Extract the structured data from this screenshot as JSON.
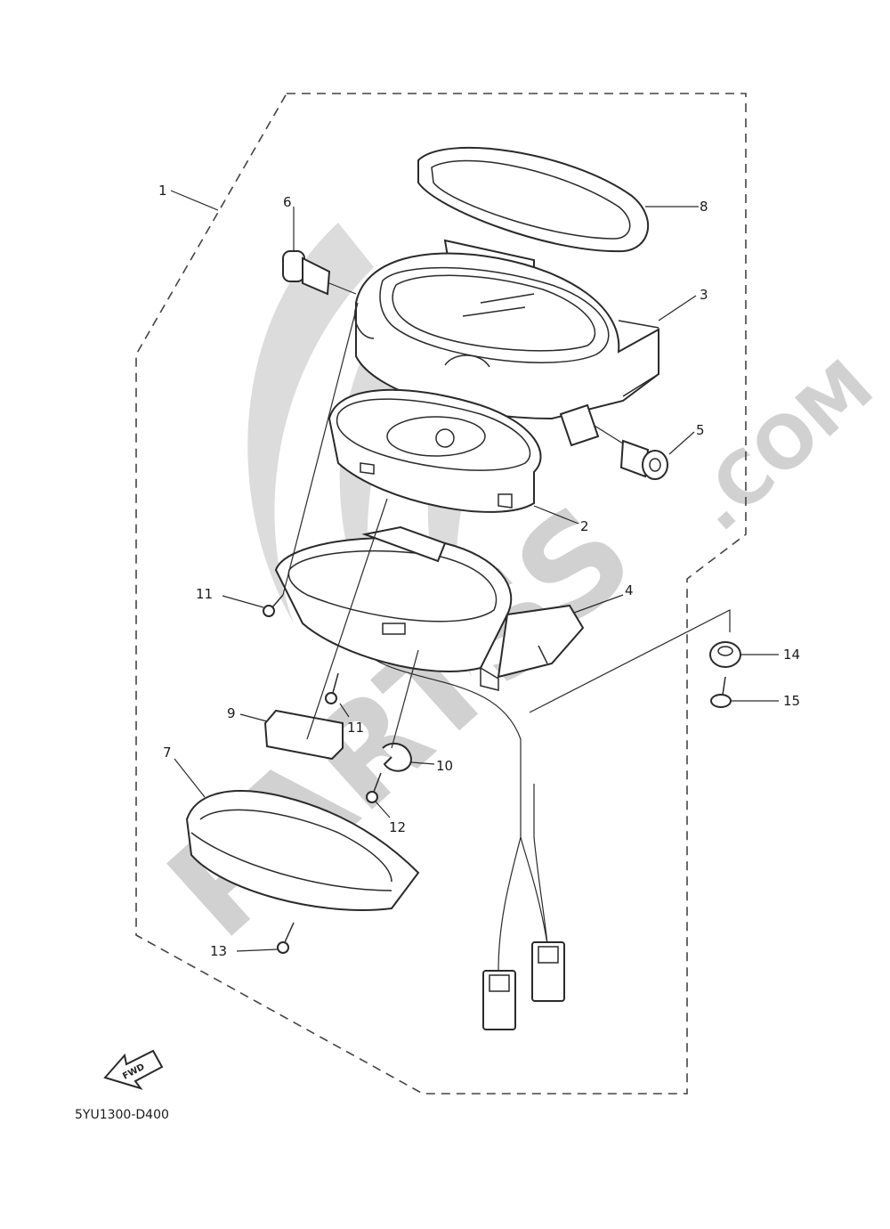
{
  "watermark": {
    "brand": "PARTSS",
    "suffix": ".COM",
    "color": "#c9c9c9"
  },
  "diagram_code": "5YU1300-D400",
  "fwd_label": "FWD",
  "callouts": [
    {
      "id": "1",
      "text": "1"
    },
    {
      "id": "2",
      "text": "2"
    },
    {
      "id": "3",
      "text": "3"
    },
    {
      "id": "4",
      "text": "4"
    },
    {
      "id": "5",
      "text": "5"
    },
    {
      "id": "6",
      "text": "6"
    },
    {
      "id": "7",
      "text": "7"
    },
    {
      "id": "8",
      "text": "8"
    },
    {
      "id": "9",
      "text": "9"
    },
    {
      "id": "10",
      "text": "10"
    },
    {
      "id": "11a",
      "text": "11"
    },
    {
      "id": "11b",
      "text": "11"
    },
    {
      "id": "12",
      "text": "12"
    },
    {
      "id": "13",
      "text": "13"
    },
    {
      "id": "14",
      "text": "14"
    },
    {
      "id": "15",
      "text": "15"
    }
  ]
}
